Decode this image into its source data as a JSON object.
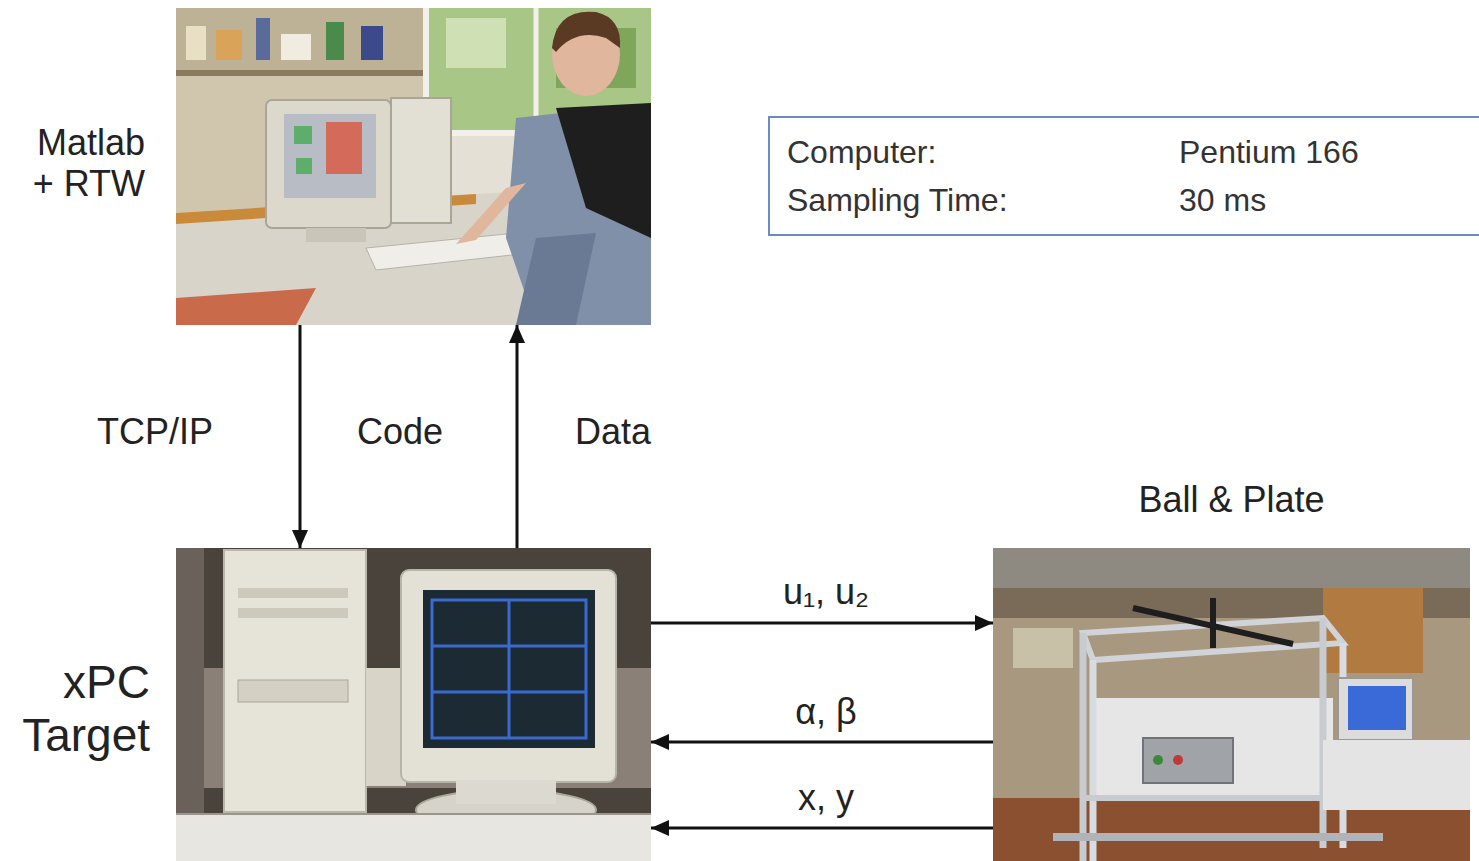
{
  "diagram": {
    "nodes": [
      {
        "text": [
          "Matlab + RTW"
        ]
      },
      {
        "text": [
          "Computer:",
          "Pentium 166",
          "Sampling Time:",
          "30 ms"
        ]
      },
      {
        "text": [
          "xPC Target"
        ]
      },
      {
        "text": [
          "Ball & Plate"
        ]
      }
    ],
    "edges": [
      {
        "from": 0,
        "to": 2,
        "arrow": "to",
        "label": "Code"
      },
      {
        "from": 2,
        "to": 0,
        "arrow": "to",
        "label": "Data"
      },
      {
        "from": 2,
        "to": 3,
        "arrow": "to",
        "label": "u₁, u₂"
      },
      {
        "from": 3,
        "to": 2,
        "arrow": "to",
        "label": "α, β"
      },
      {
        "from": 3,
        "to": 2,
        "arrow": "to",
        "label": "x, y"
      }
    ],
    "labels": [
      "TCP/IP"
    ]
  }
}
